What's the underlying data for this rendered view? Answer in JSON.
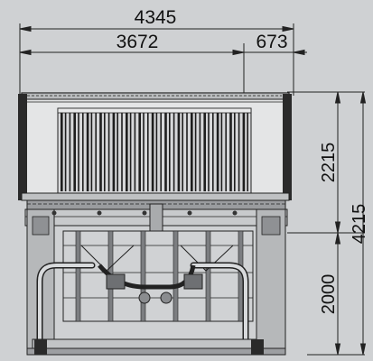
{
  "colors": {
    "background": "#cfd1d3",
    "line": "#222222",
    "dark": "#111111",
    "panel": "#e4e5e6",
    "mid": "#9a9c9f"
  },
  "dimensions": {
    "overall_width": "4345",
    "left_width": "3672",
    "right_width": "673",
    "upper_height": "2215",
    "lower_height": "2000",
    "total_height": "4215"
  }
}
